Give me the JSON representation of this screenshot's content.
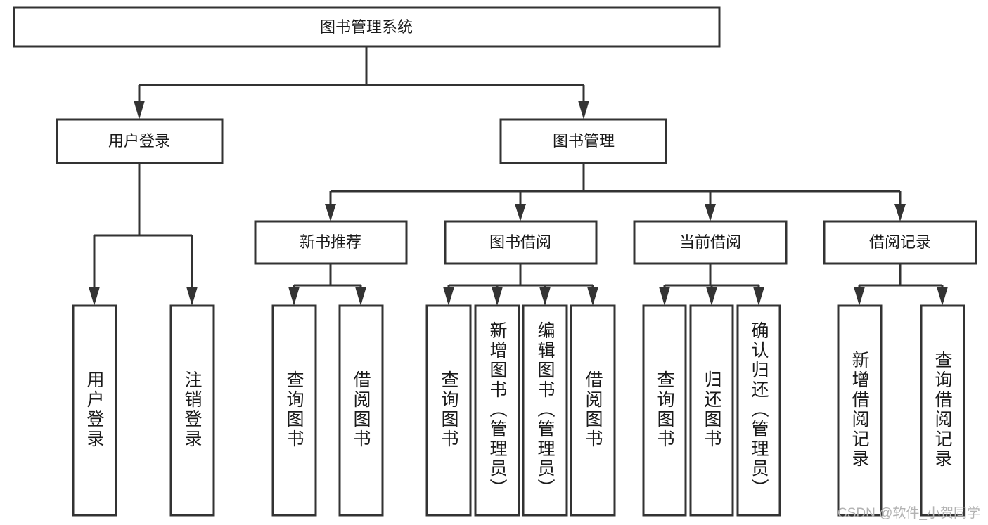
{
  "diagram": {
    "type": "tree-hierarchy-chart",
    "title": "图书管理系统",
    "orientation": "top-down",
    "colors": {
      "box_fill": "#ffffff",
      "box_stroke": "#333333",
      "text": "#1a1a1a",
      "watermark": "#b3b3b3",
      "background": "#ffffff"
    },
    "root": {
      "label": "图书管理系统"
    },
    "level2": [
      {
        "label": "用户登录"
      },
      {
        "label": "图书管理"
      }
    ],
    "level3": [
      {
        "label": "新书推荐"
      },
      {
        "label": "图书借阅"
      },
      {
        "label": "当前借阅"
      },
      {
        "label": "借阅记录"
      }
    ],
    "leaves": {
      "user_login": [
        {
          "label": "用户登录"
        },
        {
          "label": "注销登录"
        }
      ],
      "new_book_recommend": [
        {
          "label": "查询图书"
        },
        {
          "label": "借阅图书"
        }
      ],
      "book_borrow": [
        {
          "label": "查询图书"
        },
        {
          "label": "新增图书（管理员）"
        },
        {
          "label": "编辑图书（管理员）"
        },
        {
          "label": "借阅图书"
        }
      ],
      "current_borrow": [
        {
          "label": "查询图书"
        },
        {
          "label": "归还图书"
        },
        {
          "label": "确认归还（管理员）"
        }
      ],
      "borrow_record": [
        {
          "label": "新增借阅记录"
        },
        {
          "label": "查询借阅记录"
        }
      ]
    },
    "watermark": "CSDN @软件_小贺同学"
  }
}
